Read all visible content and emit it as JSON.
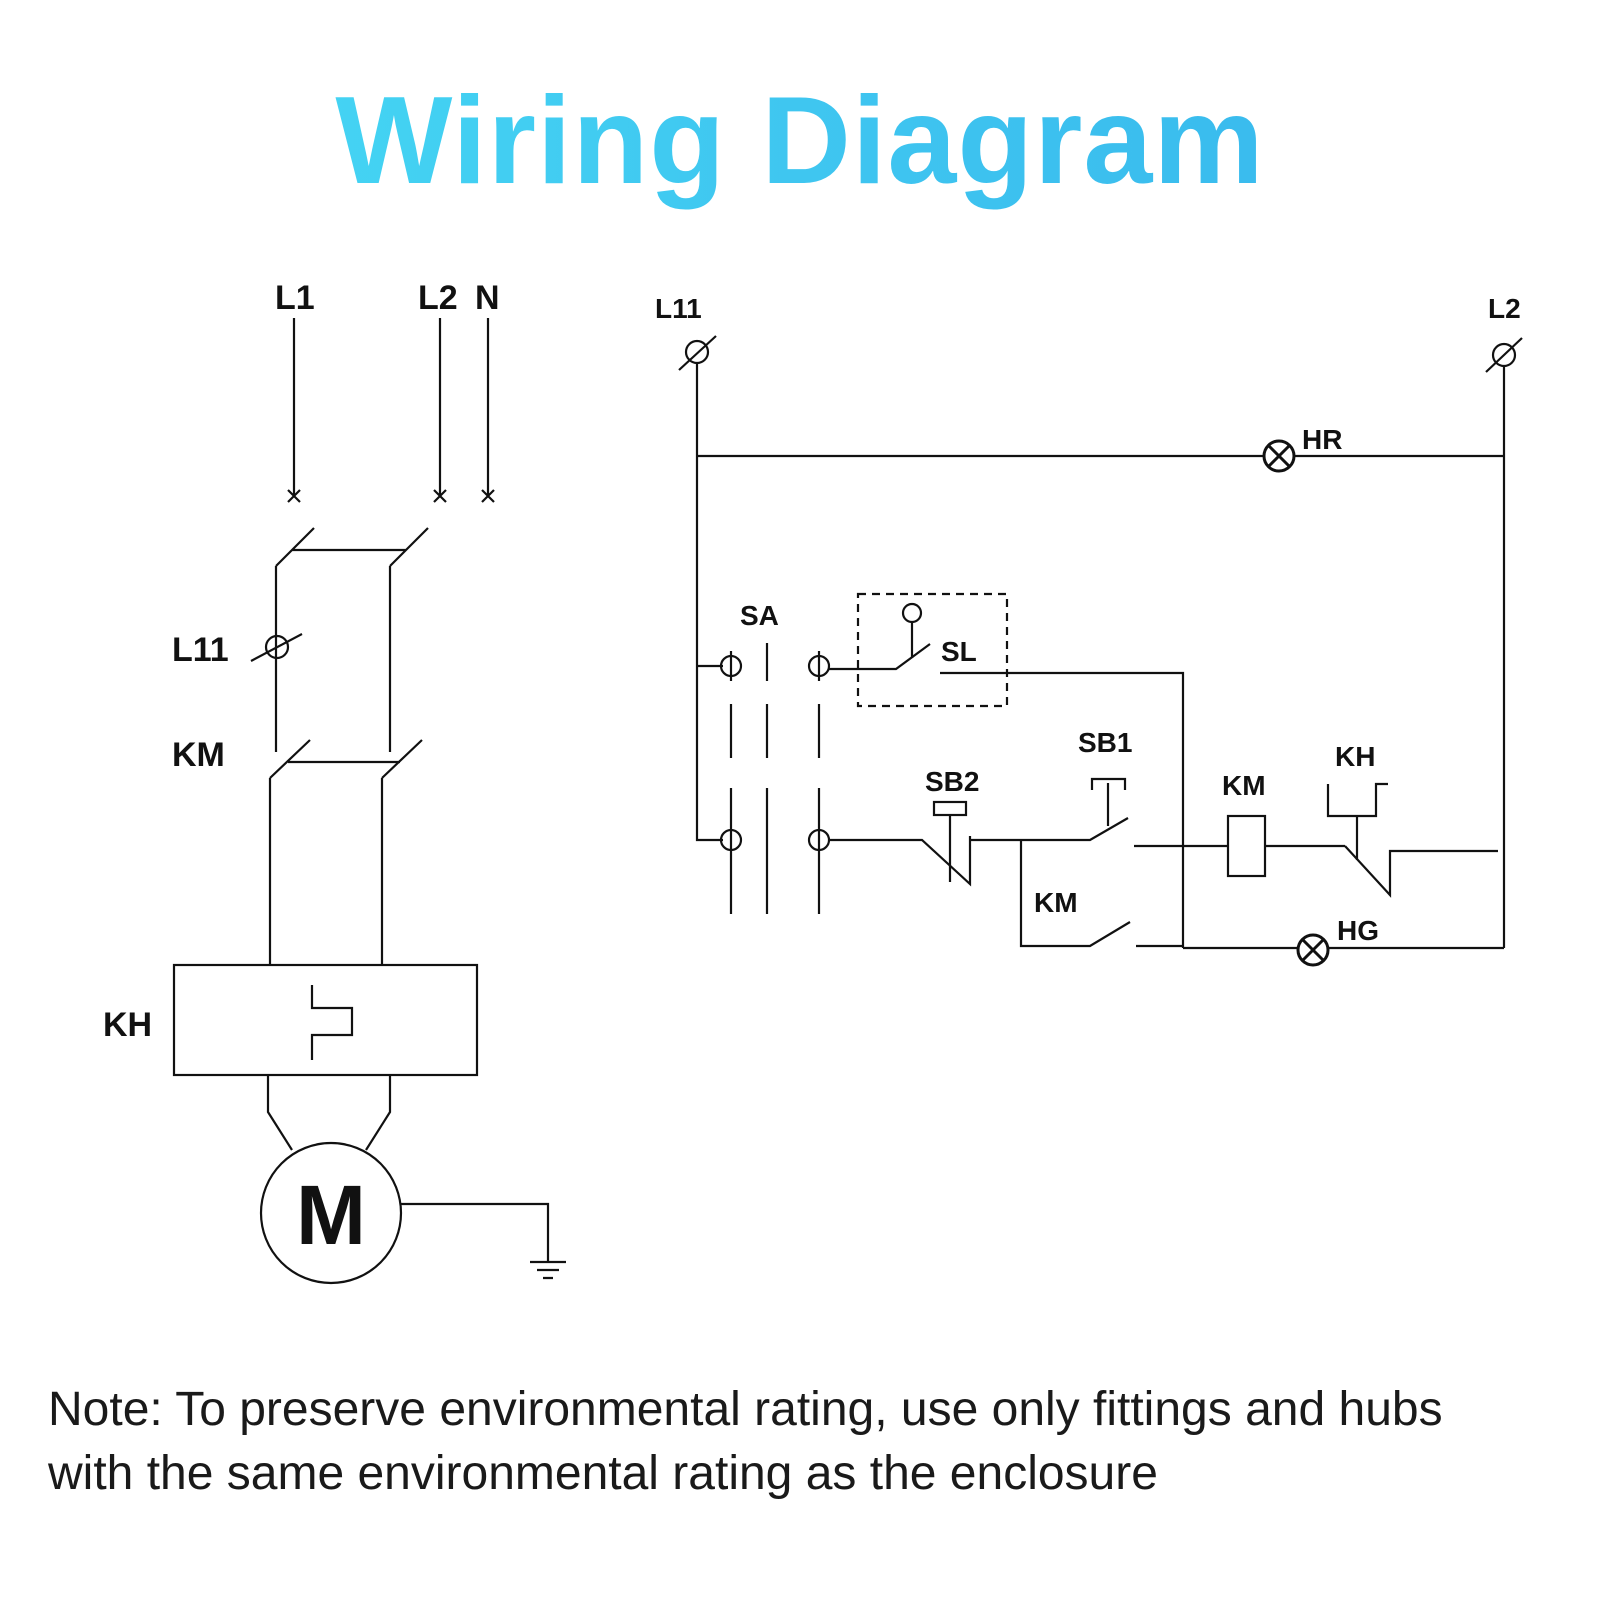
{
  "title": "Wiring Diagram",
  "power_circuit": {
    "terminals": {
      "l1": "L1",
      "l2": "L2",
      "n": "N"
    },
    "fuse_label": "L11",
    "contactor_label": "KM",
    "overload_label": "KH",
    "motor_label": "M"
  },
  "control_circuit": {
    "supply_left": "L11",
    "supply_right": "L2",
    "run_lamp": "HR",
    "selector_switch": "SA",
    "level_switch": "SL",
    "stop_button": "SB2",
    "start_button": "SB1",
    "contactor_coil": "KM",
    "overload_contact": "KH",
    "auxiliary_contact": "KM",
    "stop_lamp": "HG"
  },
  "note": {
    "line1": "Note: To preserve environmental rating, use only fittings and hubs",
    "line2": "with the same environmental rating as the enclosure"
  },
  "colors": {
    "title_start": "#47dcf5",
    "title_end": "#36b4ec",
    "line": "#111111"
  }
}
